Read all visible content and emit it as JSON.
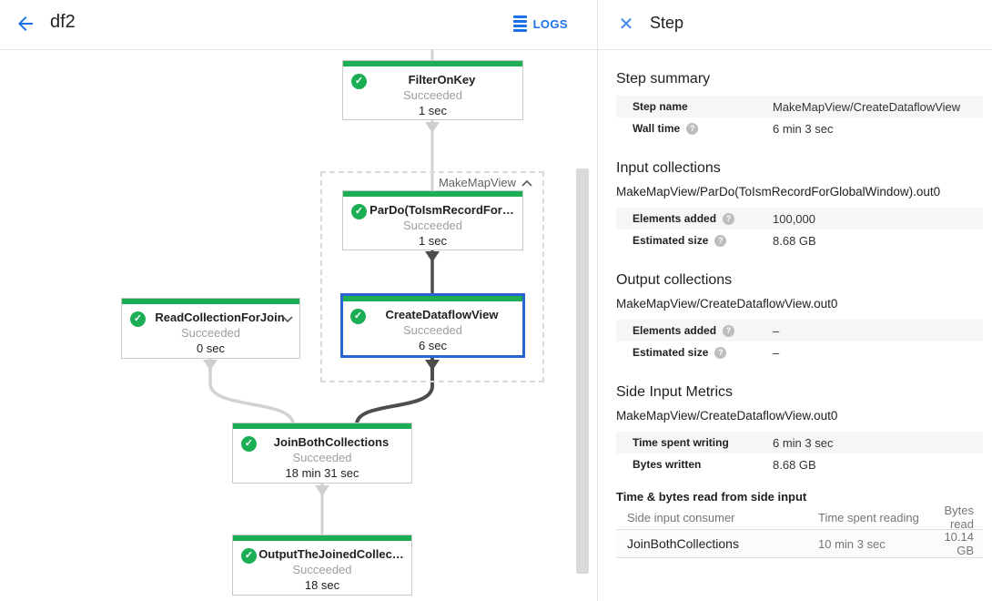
{
  "header": {
    "title": "df2",
    "logs_label": "LOGS"
  },
  "panel_header": {
    "title": "Step"
  },
  "graph": {
    "group_label": "MakeMapView",
    "nodes": [
      {
        "title": "FilterOnKey",
        "status": "Succeeded",
        "time": "1 sec"
      },
      {
        "title": "ParDo(ToIsmRecordFor…",
        "status": "Succeeded",
        "time": "1 sec"
      },
      {
        "title": "CreateDataflowView",
        "status": "Succeeded",
        "time": "6 sec"
      },
      {
        "title": "ReadCollectionForJoin",
        "status": "Succeeded",
        "time": "0 sec"
      },
      {
        "title": "JoinBothCollections",
        "status": "Succeeded",
        "time": "18 min 31 sec"
      },
      {
        "title": "OutputTheJoinedCollec…",
        "status": "Succeeded",
        "time": "18 sec"
      }
    ]
  },
  "panel": {
    "step_summary": {
      "heading": "Step summary",
      "rows": [
        {
          "label": "Step name",
          "value": "MakeMapView/CreateDataflowView"
        },
        {
          "label": "Wall time",
          "value": "6 min 3 sec"
        }
      ]
    },
    "input_collections": {
      "heading": "Input collections",
      "collection": "MakeMapView/ParDo(ToIsmRecordForGlobalWindow).out0",
      "rows": [
        {
          "label": "Elements added",
          "value": "100,000"
        },
        {
          "label": "Estimated size",
          "value": "8.68 GB"
        }
      ]
    },
    "output_collections": {
      "heading": "Output collections",
      "collection": "MakeMapView/CreateDataflowView.out0",
      "rows": [
        {
          "label": "Elements added",
          "value": "–"
        },
        {
          "label": "Estimated size",
          "value": "–"
        }
      ]
    },
    "side_input_metrics": {
      "heading": "Side Input Metrics",
      "collection": "MakeMapView/CreateDataflowView.out0",
      "rows": [
        {
          "label": "Time spent writing",
          "value": "6 min 3 sec"
        },
        {
          "label": "Bytes written",
          "value": "8.68 GB"
        }
      ]
    },
    "side_input_table": {
      "heading": "Time & bytes read from side input",
      "columns": [
        "Side input consumer",
        "Time spent reading",
        "Bytes read"
      ],
      "rows": [
        {
          "consumer": "JoinBothCollections",
          "time": "10 min 3 sec",
          "bytes": "10.14 GB"
        }
      ]
    }
  },
  "colors": {
    "accent_blue": "#1a73e8",
    "success_green": "#1cae54",
    "selected_border": "#2a63d4",
    "status_gray": "#9e9e9e"
  }
}
